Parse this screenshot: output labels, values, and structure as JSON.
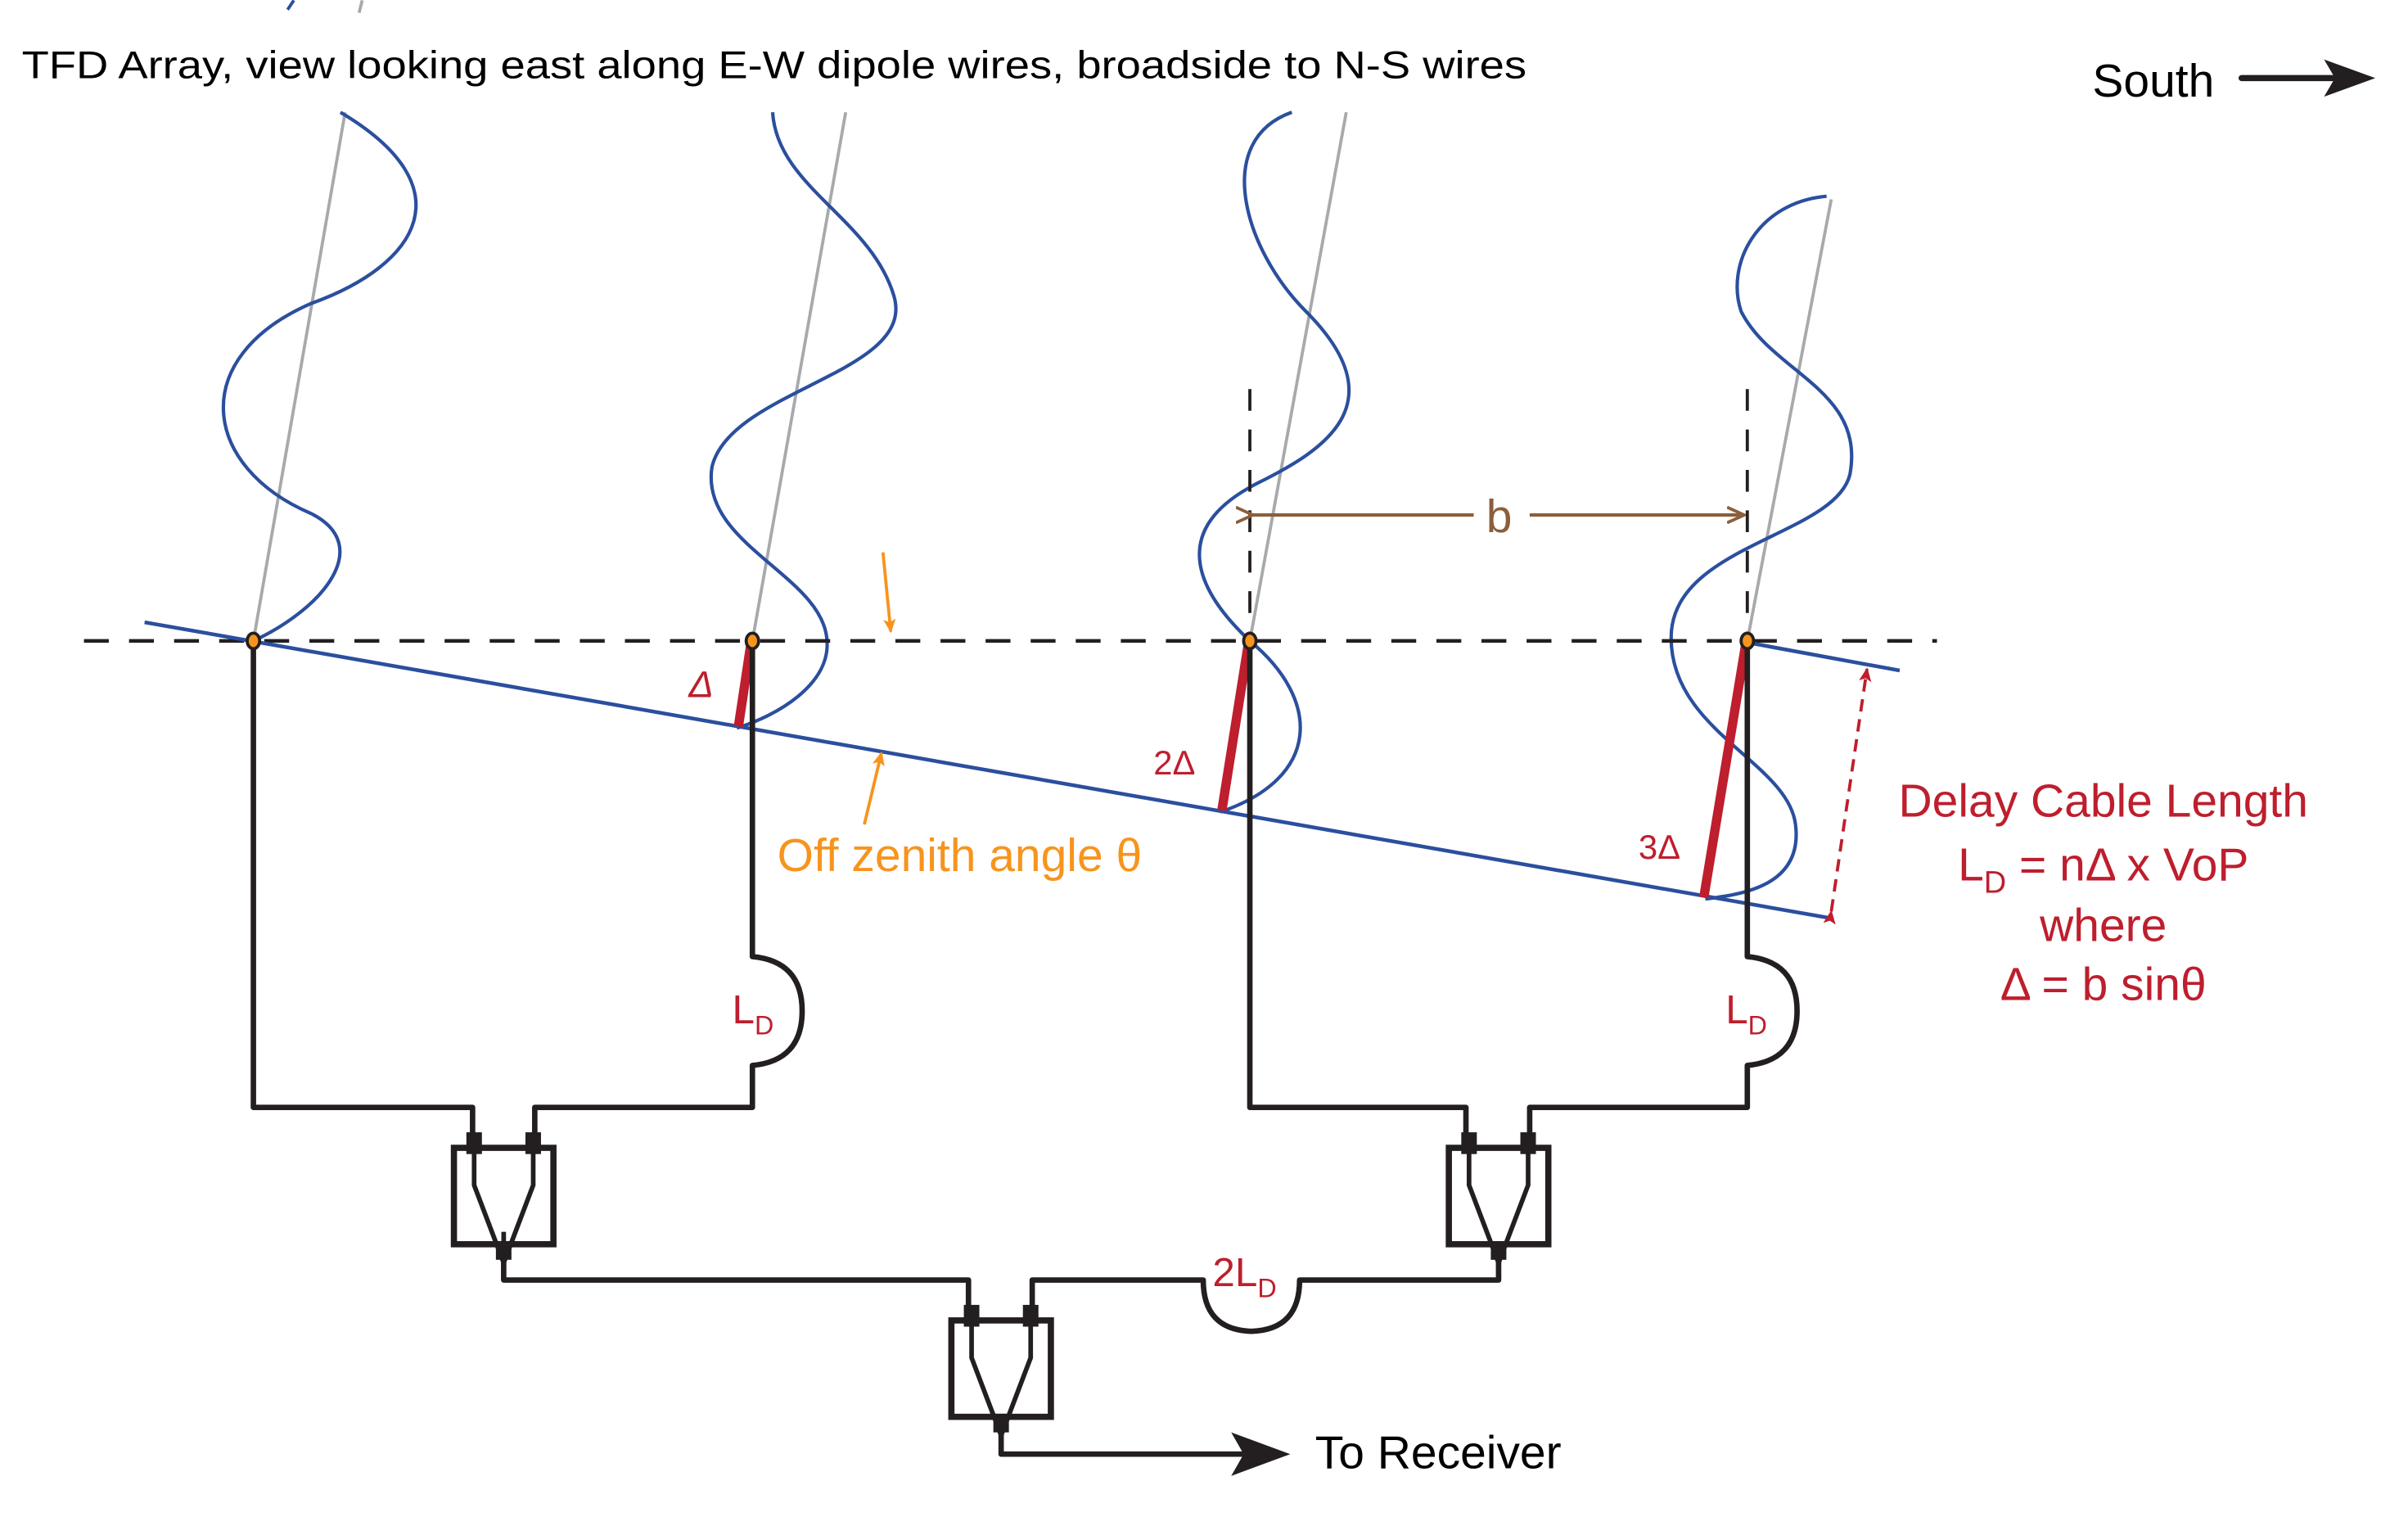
{
  "title": "TFD Array, view looking east along E-W dipole wires, broadside to N-S wires",
  "direction_label": "South",
  "spacing_label": "b",
  "delta_labels": [
    "Δ",
    "2Δ",
    "3Δ"
  ],
  "angle_label": "Off zenith angle θ",
  "delay_cable": {
    "heading": "Delay Cable Length",
    "formula_main": "L",
    "formula_sub": "D",
    "formula_rest": " = nΔ x VoP",
    "where": "where",
    "delta_def": "Δ = b sinθ"
  },
  "delay_label": {
    "main": "L",
    "sub": "D"
  },
  "double_delay_label": {
    "main": "2L",
    "sub": "D"
  },
  "receiver_label": "To Receiver",
  "colors": {
    "wave": "#2b4f9e",
    "dipole_wire": "#a7a9ac",
    "delay": "#be1e2d",
    "angle": "#f7941d",
    "spacing": "#8b5e3c",
    "node": "#f7941d",
    "line": "#231f20"
  }
}
